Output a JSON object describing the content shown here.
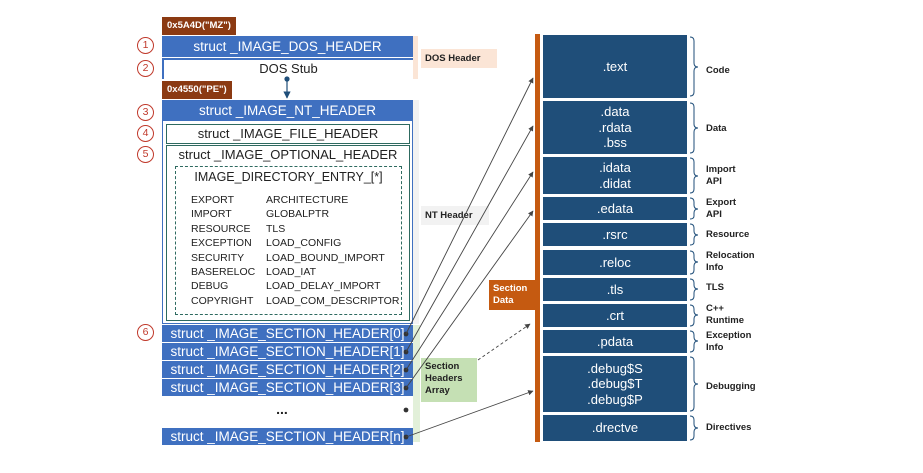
{
  "tags": {
    "mz": "0x5A4D(\"MZ\")",
    "pe": "0x4550(\"PE\")"
  },
  "markers": [
    "1",
    "2",
    "3",
    "4",
    "5",
    "6"
  ],
  "headers": {
    "dos_header": "struct _IMAGE_DOS_HEADER",
    "dos_stub": "DOS Stub",
    "nt_header": "struct _IMAGE_NT_HEADER",
    "file_header": "struct _IMAGE_FILE_HEADER",
    "optional_header": "struct _IMAGE_OPTIONAL_HEADER",
    "directory_title": "IMAGE_DIRECTORY_ENTRY_[*]"
  },
  "directory_entries": {
    "left": [
      "EXPORT",
      "IMPORT",
      "RESOURCE",
      "EXCEPTION",
      "SECURITY",
      "BASERELOC",
      "DEBUG",
      "COPYRIGHT"
    ],
    "right": [
      "ARCHITECTURE",
      "GLOBALPTR",
      "TLS",
      "LOAD_CONFIG",
      "LOAD_BOUND_IMPORT",
      "LOAD_IAT",
      "LOAD_DELAY_IMPORT",
      "LOAD_COM_DESCRIPTOR"
    ]
  },
  "section_headers": [
    "struct _IMAGE_SECTION_HEADER[0]",
    "struct _IMAGE_SECTION_HEADER[1]",
    "struct _IMAGE_SECTION_HEADER[2]",
    "struct _IMAGE_SECTION_HEADER[3]",
    "struct _IMAGE_SECTION_HEADER[n]"
  ],
  "ellipsis": "...",
  "callouts": {
    "dos_header": "DOS Header",
    "nt_header": "NT Header",
    "section_headers_array": "Section Headers Array",
    "section_data": "Section Data"
  },
  "sections": [
    {
      "lines": [
        ".text"
      ],
      "label": "Code"
    },
    {
      "lines": [
        ".data",
        ".rdata",
        ".bss"
      ],
      "label": "Data"
    },
    {
      "lines": [
        ".idata",
        ".didat"
      ],
      "label": "Import API"
    },
    {
      "lines": [
        ".edata"
      ],
      "label": "Export API"
    },
    {
      "lines": [
        ".rsrc"
      ],
      "label": "Resource"
    },
    {
      "lines": [
        ".reloc"
      ],
      "label": "Relocation Info"
    },
    {
      "lines": [
        ".tls"
      ],
      "label": "TLS"
    },
    {
      "lines": [
        ".crt"
      ],
      "label": "C++ Runtime"
    },
    {
      "lines": [
        ".pdata"
      ],
      "label": "Exception Info"
    },
    {
      "lines": [
        ".debug$S",
        ".debug$T",
        ".debug$P"
      ],
      "label": "Debugging"
    },
    {
      "lines": [
        ".drectve"
      ],
      "label": "Directives"
    }
  ],
  "colors": {
    "struct_blue": "#3F70C0",
    "section_navy": "#1F4E79",
    "tag_brown": "#8B3A12",
    "divider_orange": "#C55A11",
    "marker_red": "#C0392B",
    "dos_callout_bg": "#FBE5D6",
    "nt_callout_bg": "#F2F2F2",
    "section_array_bg": "#E2F0D9",
    "section_array_callout_bg": "#C5E0B4"
  }
}
